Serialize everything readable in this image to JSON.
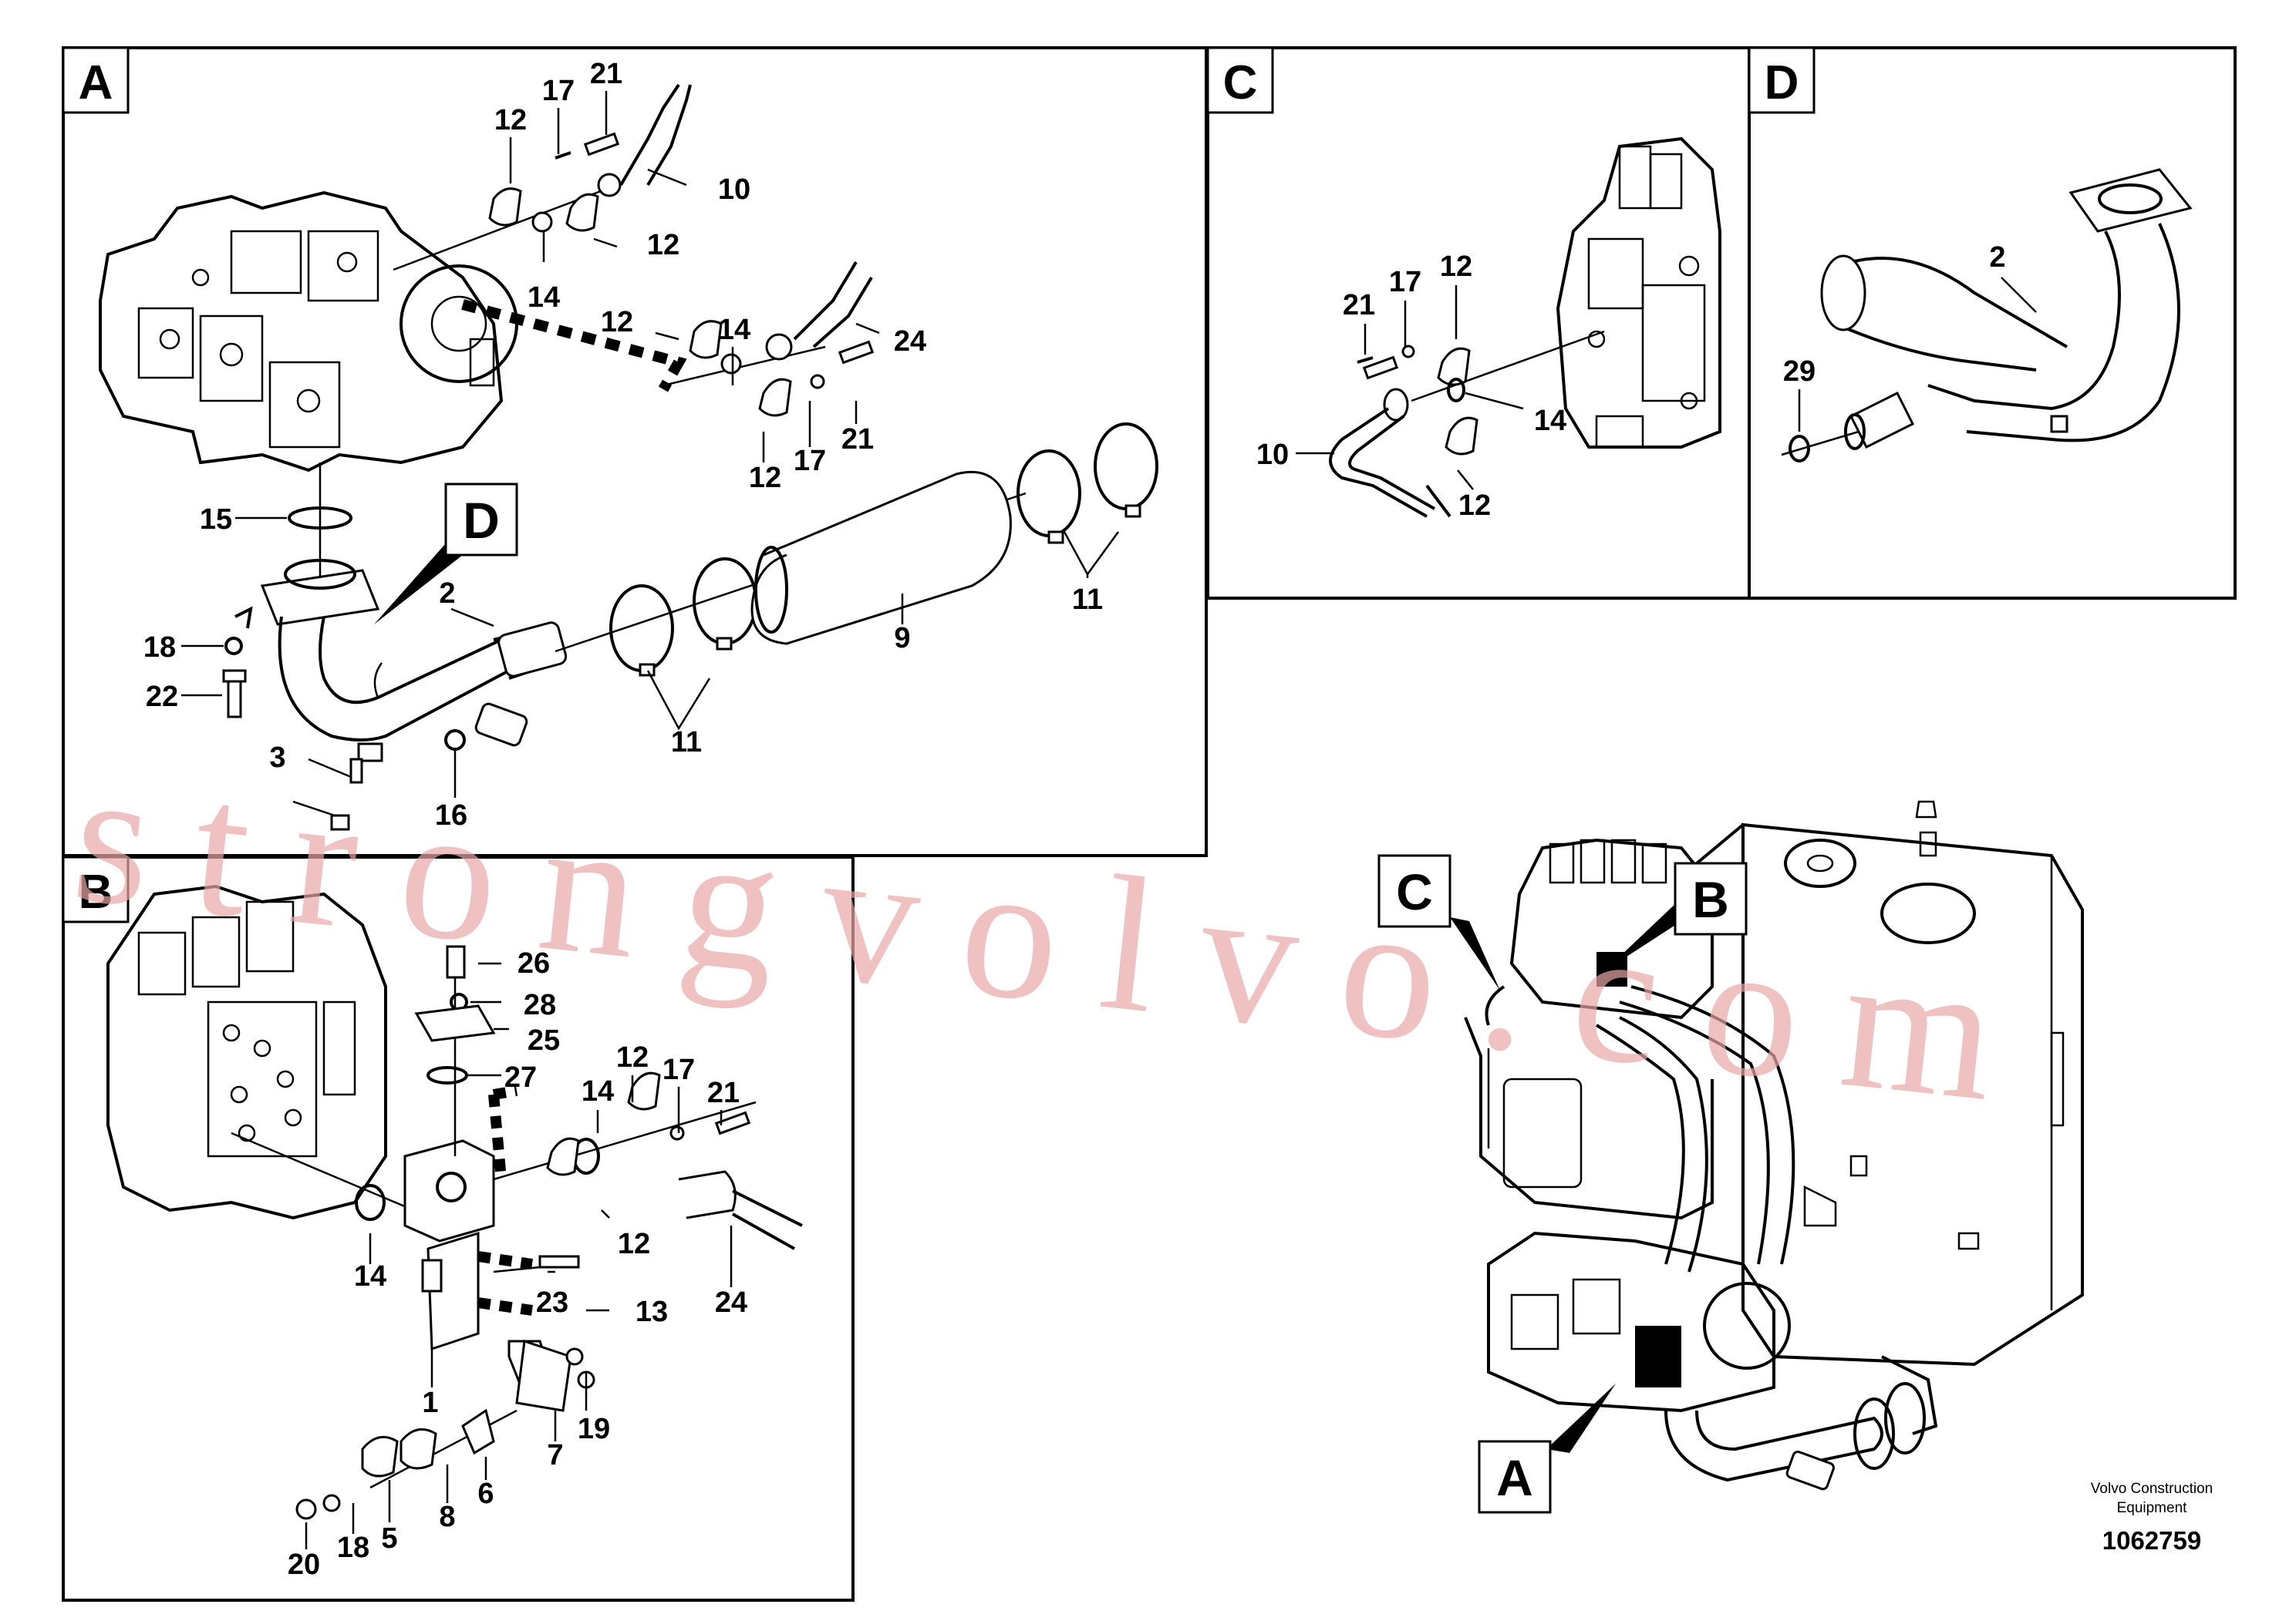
{
  "panels": {
    "A": {
      "letter": "A"
    },
    "B": {
      "letter": "B"
    },
    "C": {
      "letter": "C"
    },
    "D": {
      "letter": "D"
    }
  },
  "callouts": {
    "A": "A",
    "B": "B",
    "C": "C",
    "D": "D"
  },
  "part_numbers": {
    "a_12_top": "12",
    "a_17": "17",
    "a_21_top": "21",
    "a_10": "10",
    "a_12_right": "12",
    "a_14_left": "14",
    "a_14_right": "14",
    "a_12_mid": "12",
    "a_24": "24",
    "a_21_low": "21",
    "a_17_low": "17",
    "a_12_low": "12",
    "a_15": "15",
    "a_2": "2",
    "a_9": "9",
    "a_11_right": "11",
    "a_18": "18",
    "a_22": "22",
    "a_11_left": "11",
    "a_3": "3",
    "a_16": "16",
    "b_26": "26",
    "b_28": "28",
    "b_25": "25",
    "b_27": "27",
    "b_12_top": "12",
    "b_17": "17",
    "b_21": "21",
    "b_14_left": "14",
    "b_14_top": "14",
    "b_12_mid": "12",
    "b_24": "24",
    "b_23": "23",
    "b_1": "1",
    "b_13": "13",
    "b_19": "19",
    "b_7": "7",
    "b_6": "6",
    "b_8": "8",
    "b_5": "5",
    "b_18": "18",
    "b_20": "20",
    "c_12_top": "12",
    "c_17": "17",
    "c_21": "21",
    "c_14": "14",
    "c_10": "10",
    "c_12_low": "12",
    "d_2": "2",
    "d_29": "29"
  },
  "credit": {
    "line1": "Volvo Construction",
    "line2": "Equipment"
  },
  "drawing_code": "1062759",
  "watermark": "strongvolvo.com"
}
